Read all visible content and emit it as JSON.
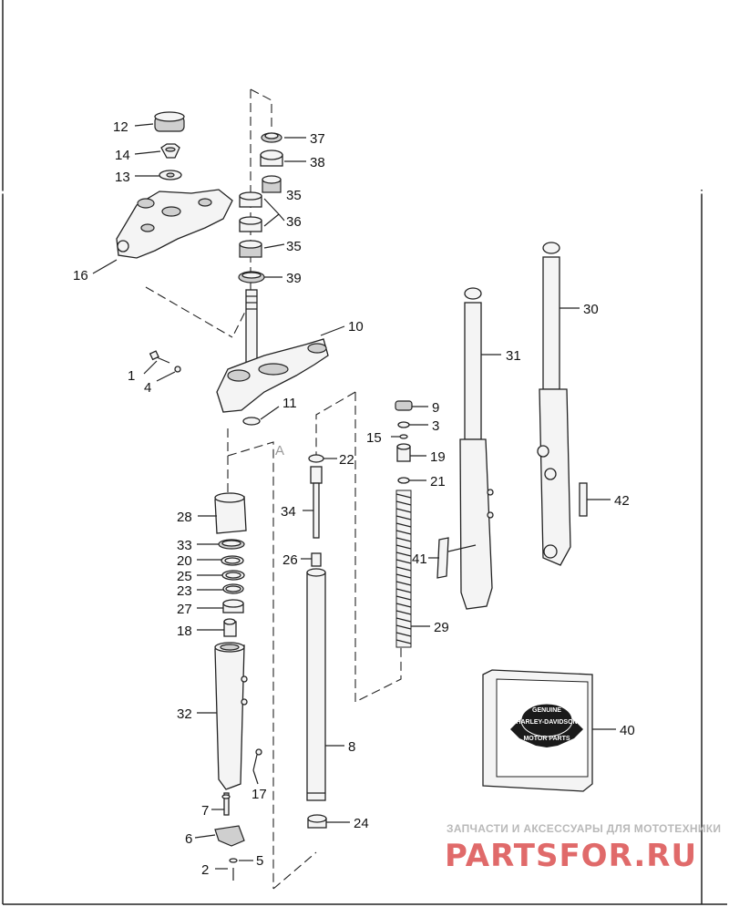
{
  "diagram": {
    "callouts": [
      {
        "id": "12",
        "label": "12"
      },
      {
        "id": "14",
        "label": "14"
      },
      {
        "id": "13",
        "label": "13"
      },
      {
        "id": "16",
        "label": "16"
      },
      {
        "id": "37",
        "label": "37"
      },
      {
        "id": "38",
        "label": "38"
      },
      {
        "id": "35a",
        "label": "35"
      },
      {
        "id": "36",
        "label": "36"
      },
      {
        "id": "35b",
        "label": "35"
      },
      {
        "id": "39",
        "label": "39"
      },
      {
        "id": "10",
        "label": "10"
      },
      {
        "id": "1",
        "label": "1"
      },
      {
        "id": "4",
        "label": "4"
      },
      {
        "id": "11",
        "label": "11"
      },
      {
        "id": "28",
        "label": "28"
      },
      {
        "id": "33",
        "label": "33"
      },
      {
        "id": "20",
        "label": "20"
      },
      {
        "id": "25",
        "label": "25"
      },
      {
        "id": "23",
        "label": "23"
      },
      {
        "id": "27",
        "label": "27"
      },
      {
        "id": "18",
        "label": "18"
      },
      {
        "id": "32",
        "label": "32"
      },
      {
        "id": "17",
        "label": "17"
      },
      {
        "id": "7",
        "label": "7"
      },
      {
        "id": "6",
        "label": "6"
      },
      {
        "id": "2",
        "label": "2"
      },
      {
        "id": "5",
        "label": "5"
      },
      {
        "id": "22",
        "label": "22"
      },
      {
        "id": "34",
        "label": "34"
      },
      {
        "id": "26",
        "label": "26"
      },
      {
        "id": "8",
        "label": "8"
      },
      {
        "id": "24",
        "label": "24"
      },
      {
        "id": "9",
        "label": "9"
      },
      {
        "id": "3",
        "label": "3"
      },
      {
        "id": "15",
        "label": "15"
      },
      {
        "id": "19",
        "label": "19"
      },
      {
        "id": "21",
        "label": "21"
      },
      {
        "id": "29",
        "label": "29"
      },
      {
        "id": "41",
        "label": "41"
      },
      {
        "id": "31",
        "label": "31"
      },
      {
        "id": "30",
        "label": "30"
      },
      {
        "id": "42",
        "label": "42"
      },
      {
        "id": "40",
        "label": "40"
      }
    ],
    "view_marker": "A",
    "badge": {
      "top": "GENUINE",
      "middle": "HARLEY-DAVIDSON",
      "bottom": "MOTOR PARTS"
    }
  },
  "watermark": {
    "tagline": "ЗАПЧАСТИ И АКСЕССУАРЫ ДЛЯ МОТОТЕХНИКИ",
    "brand": "PARTSFOR.RU",
    "color": "#e06a6a"
  }
}
